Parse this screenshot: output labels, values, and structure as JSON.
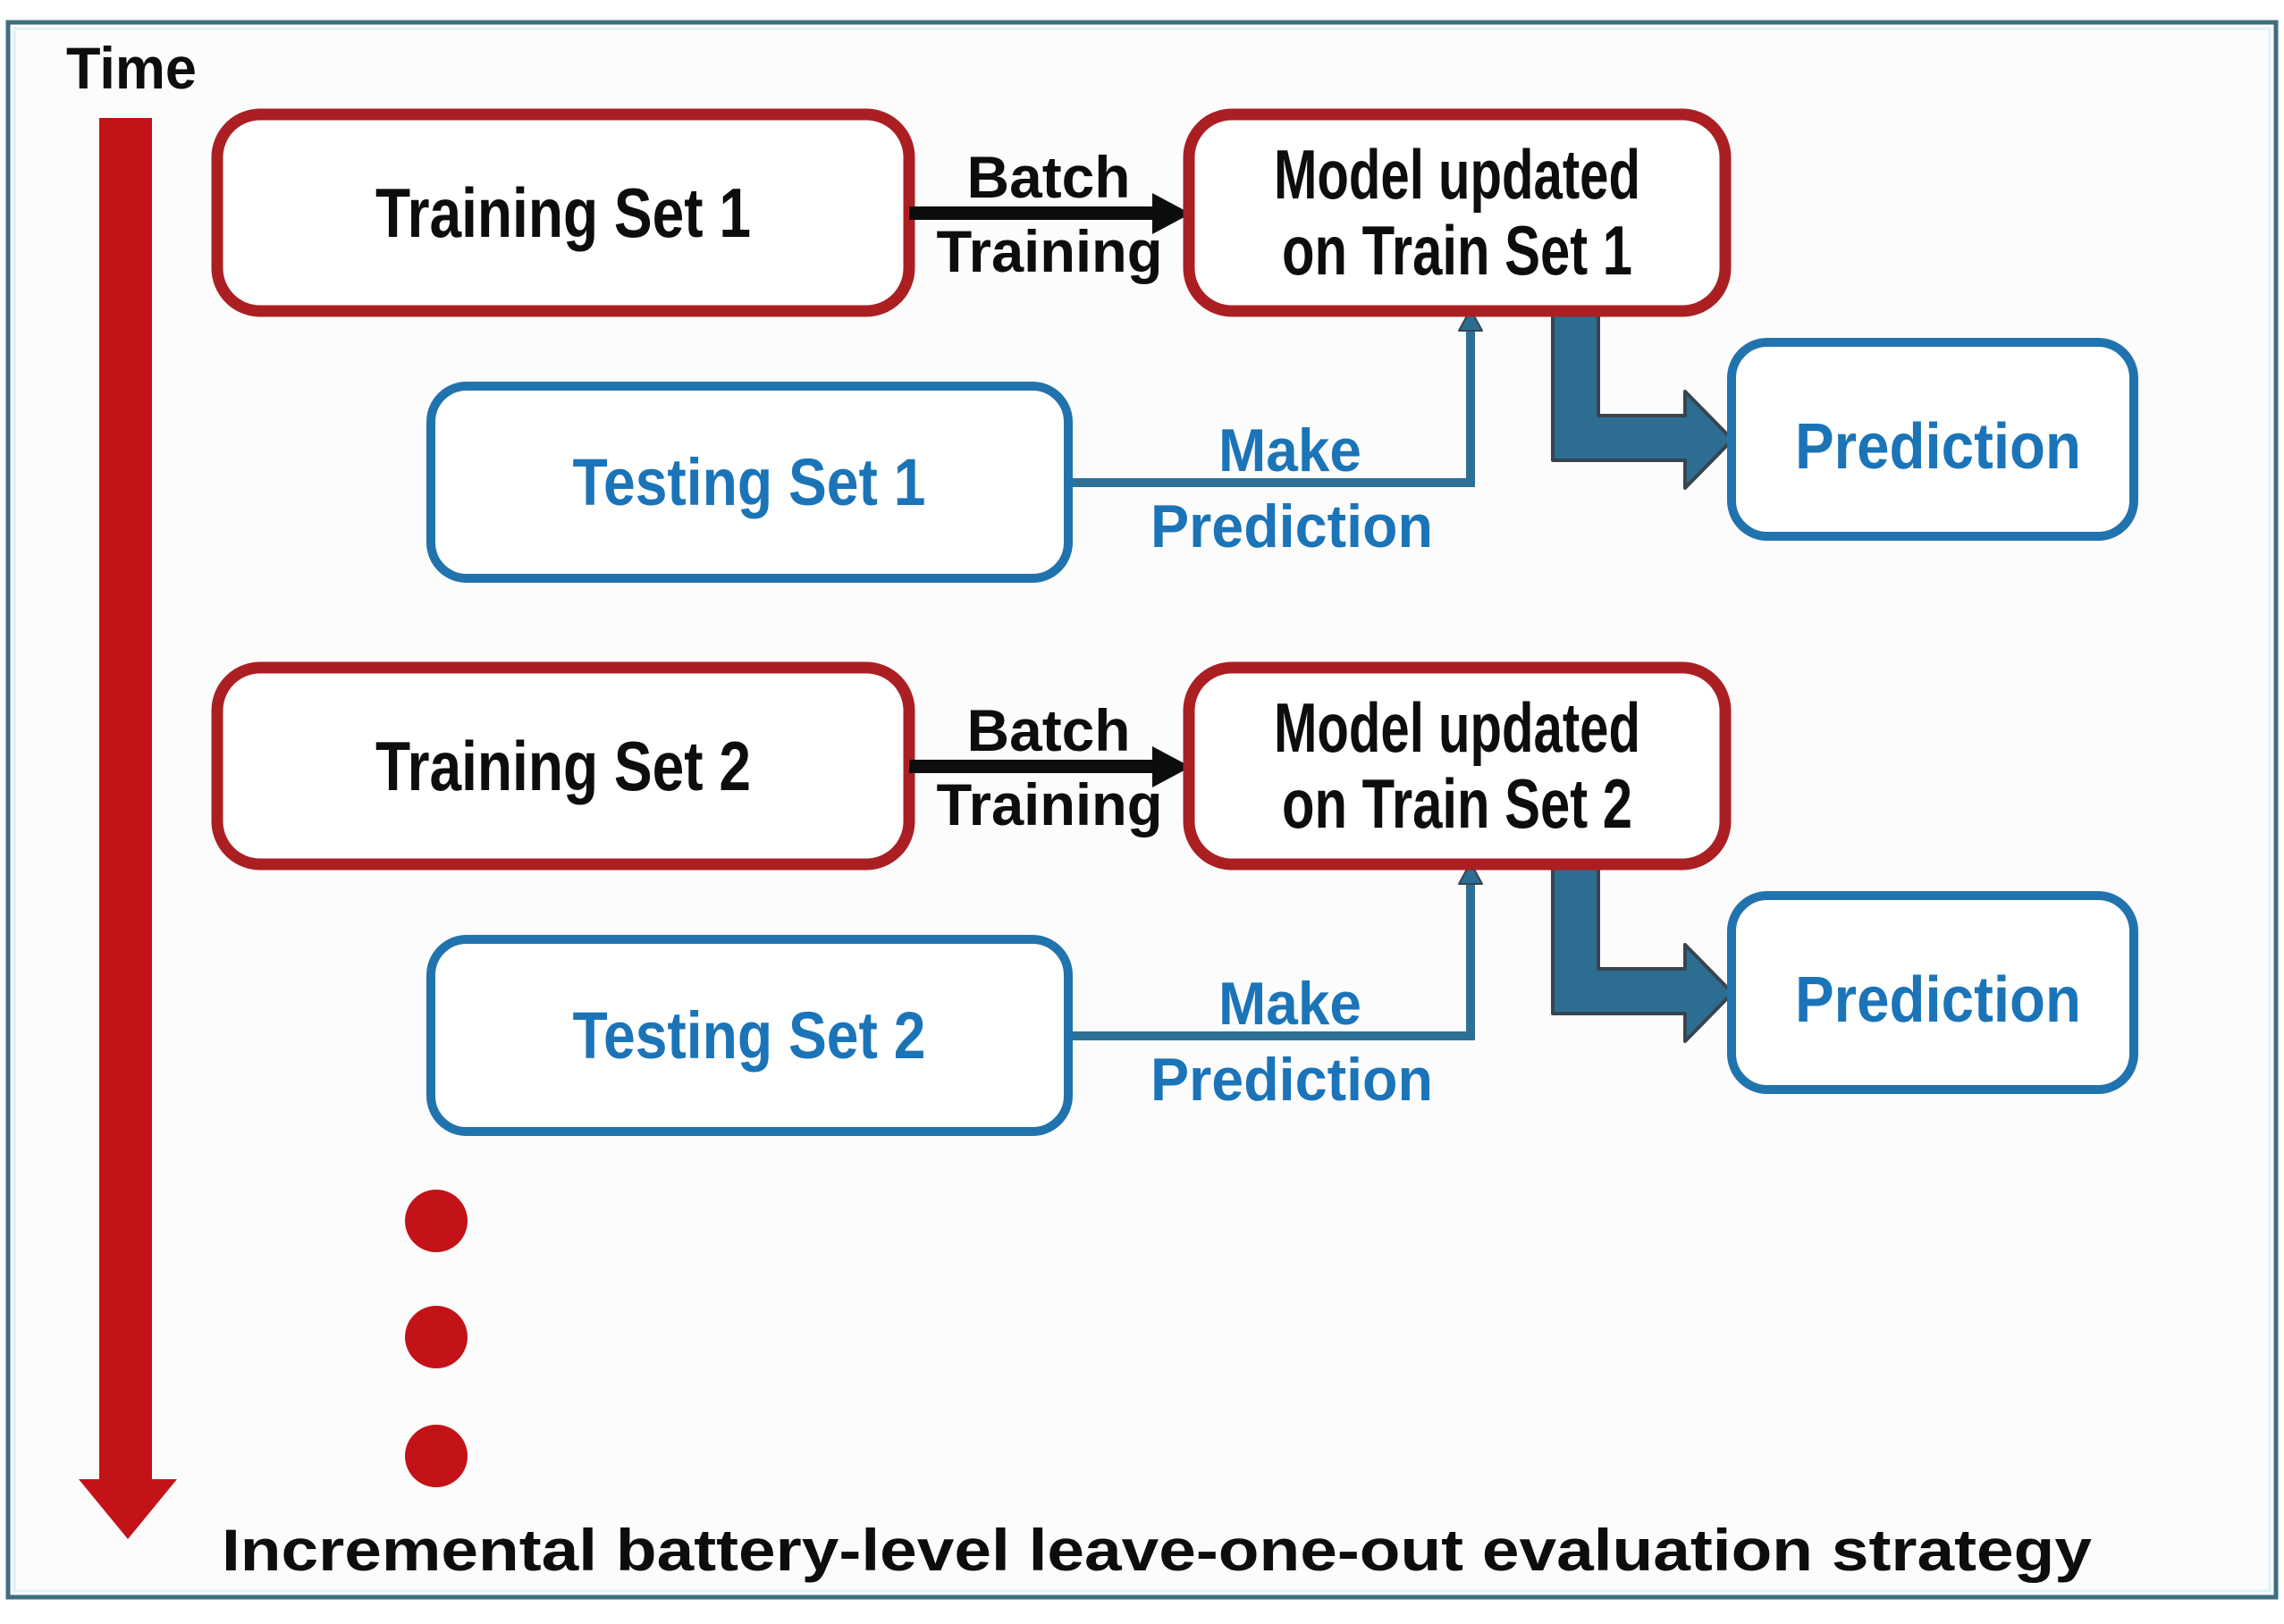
{
  "time_label": "Time",
  "caption": "Incremental battery-level leave-one-out evaluation strategy",
  "rows": [
    {
      "training_label": "Training Set 1",
      "batch_label_line1": "Batch",
      "batch_label_line2": "Training",
      "model_label_line1": "Model updated",
      "model_label_line2": "on Train Set 1",
      "testing_label": "Testing Set 1",
      "make_label_line1": "Make",
      "make_label_line2": "Prediction",
      "prediction_label": "Prediction"
    },
    {
      "training_label": "Training Set 2",
      "batch_label_line1": "Batch",
      "batch_label_line2": "Training",
      "model_label_line1": "Model updated",
      "model_label_line2": "on Train Set 2",
      "testing_label": "Testing Set 2",
      "make_label_line1": "Make",
      "make_label_line2": "Prediction",
      "prediction_label": "Prediction"
    }
  ],
  "colors": {
    "red_accent": "#c31319",
    "red_border": "#ab1f23",
    "blue_border": "#2173ae",
    "blue_text": "#1b74b8",
    "teal_arrow": "#2d6d92",
    "teal_arrow_outline": "#36454f",
    "connector_blue": "#2e7095",
    "black_text": "#0d0d0d",
    "panel_border": "#3e6e80",
    "panel_halo": "#e2f1f8",
    "panel_bg": "#fcfcfc",
    "box_fill": "#ffffff"
  }
}
